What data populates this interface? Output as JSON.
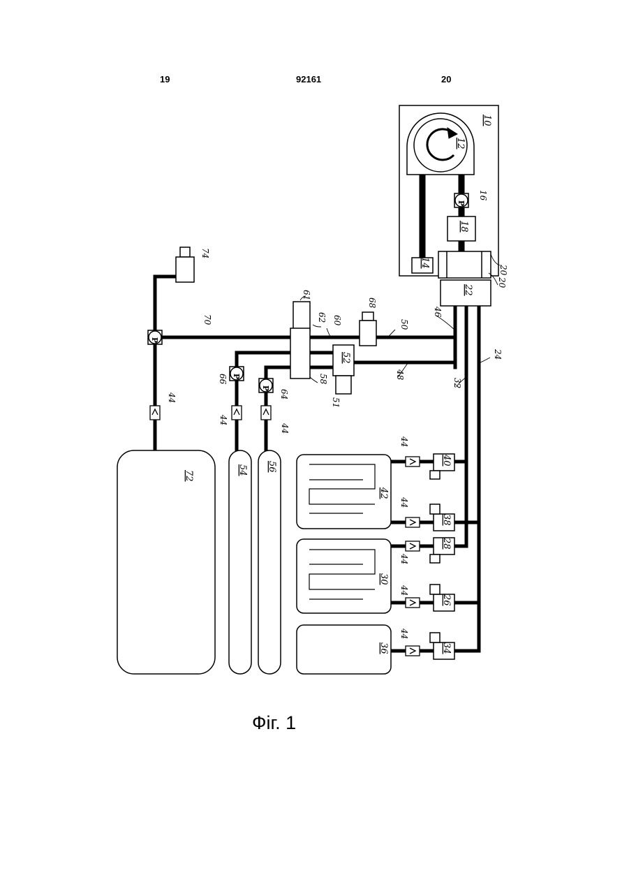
{
  "header": {
    "left_page": "19",
    "patent_number": "92161",
    "right_page": "20"
  },
  "caption": "Фіг. 1",
  "refs": {
    "r10": "10",
    "r12": "12",
    "r14": "14",
    "r16": "16",
    "r18": "18",
    "r20": "20",
    "r22": "22",
    "r24": "24",
    "r26": "26",
    "r28": "28",
    "r30": "30",
    "r32": "32",
    "r34": "34",
    "r36": "36",
    "r38": "38",
    "r40": "40",
    "r42": "42",
    "r44": "44",
    "r46": "46",
    "r48": "48",
    "r50": "50",
    "r51": "51",
    "r52": "52",
    "r54": "54",
    "r56": "56",
    "r58": "58",
    "r60": "60",
    "r61": "61",
    "r62": "62",
    "r64": "64",
    "r66": "66",
    "r68": "68",
    "r70": "70",
    "r72": "72",
    "r74": "74"
  },
  "pump_symbol": "P"
}
